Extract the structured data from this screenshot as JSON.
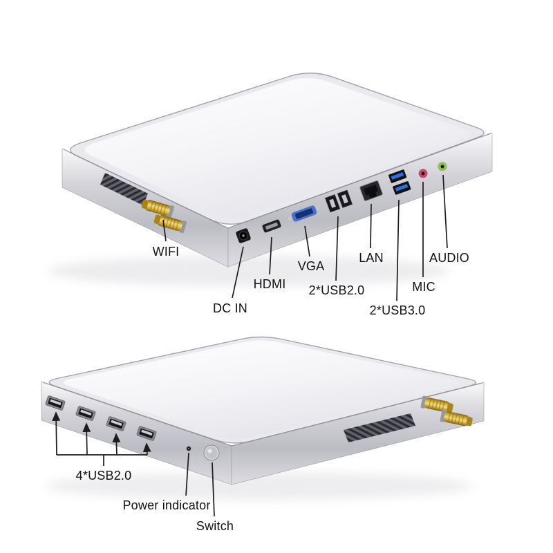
{
  "colors": {
    "background": "#ffffff",
    "text": "#121212",
    "callout_line": "#1c1c1c",
    "body_silver": "#c9c9d0",
    "top_surface": "#f2f2f5",
    "antenna_gold": "#d4ab3e",
    "vga_blue": "#4a6fd4",
    "usb3_blue": "#2f6fe0",
    "mic_pink": "#c84a72",
    "audio_green": "#8fbf4f"
  },
  "rear_view": {
    "labels": {
      "wifi": "WIFI",
      "dc_in": "DC IN",
      "hdmi": "HDMI",
      "vga": "VGA",
      "usb2": "2*USB2.0",
      "lan": "LAN",
      "usb3": "2*USB3.0",
      "mic": "MIC",
      "audio": "AUDIO"
    }
  },
  "front_view": {
    "labels": {
      "usb4": "4*USB2.0",
      "power_indicator": "Power indicator",
      "switch": "Switch"
    }
  }
}
